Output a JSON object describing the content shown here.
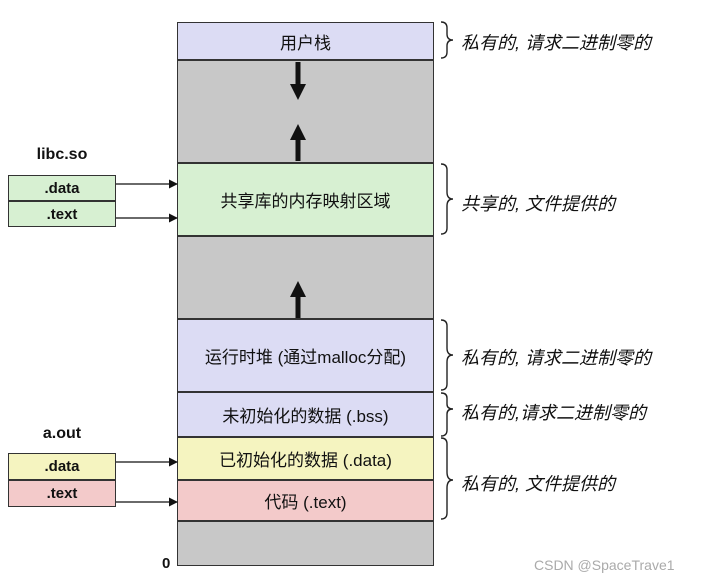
{
  "colors": {
    "stack": "#dcdcf4",
    "gap": "#c8c8c8",
    "shared_lib": "#d7f0d2",
    "heap": "#dcdcf4",
    "bss": "#dcdcf4",
    "data": "#f5f4c0",
    "text": "#f3caca",
    "libc_box": "#d7f0d2",
    "aout_data": "#f5f4c0",
    "aout_text": "#f3caca"
  },
  "memory": {
    "stack_label": "用户栈",
    "shared_lib_label": "共享库的内存映射区域",
    "heap_label": "运行时堆 (通过malloc分配)",
    "bss_label": "未初始化的数据 (.bss)",
    "data_label": "已初始化的数据 (.data)",
    "text_label": "代码 (.text)",
    "zero_label": "0"
  },
  "libc": {
    "title": "libc.so",
    "data_label": ".data",
    "text_label": ".text"
  },
  "aout": {
    "title": "a.out",
    "data_label": ".data",
    "text_label": ".text"
  },
  "annotations": {
    "stack": "私有的, 请求二进制零的",
    "shared_lib": "共享的, 文件提供的",
    "heap": "私有的, 请求二进制零的",
    "bss": "私有的,请求二进制零的",
    "data_text": "私有的, 文件提供的"
  },
  "watermark": "CSDN @SpaceTrave1",
  "icons": [
    "arrow-down-icon",
    "arrow-up-icon",
    "mapping-arrow-icon",
    "brace-icon"
  ]
}
